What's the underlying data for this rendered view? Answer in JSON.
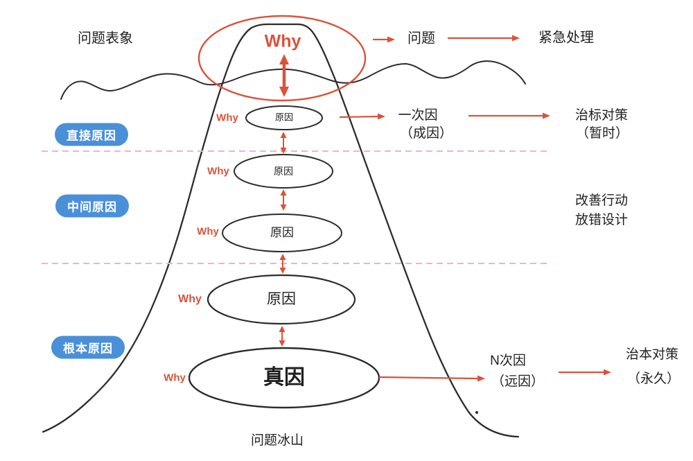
{
  "colors": {
    "accent_red": "#d9533a",
    "pill_blue": "#4a90d8",
    "divider_pink": "#efb0d4",
    "line_black": "#2b2b2b"
  },
  "top": {
    "surface_label": "问题表象",
    "why": "Why",
    "problem": "问题",
    "urgent": "紧急处理"
  },
  "left_pills": {
    "direct": "直接原因",
    "middle": "中间原因",
    "root": "根本原因"
  },
  "chain": {
    "why1": "Why",
    "why2": "Why",
    "why3": "Why",
    "why4": "Why",
    "why5": "Why",
    "cause1": "原因",
    "cause2": "原因",
    "cause3": "原因",
    "cause4": "原因",
    "true_cause": "真因"
  },
  "right": {
    "first_cause": "一次因",
    "first_cause_sub": "（成因）",
    "symptomatic": "治标对策",
    "symptomatic_sub": "（暂时）",
    "improve_line1": "改善行动",
    "improve_line2": "放错设计",
    "n_cause": "N次因",
    "n_cause_sub": "（远因）",
    "permanent": "治本对策",
    "permanent_sub": "（永久）"
  },
  "bottom": {
    "iceberg_label": "问题冰山"
  }
}
